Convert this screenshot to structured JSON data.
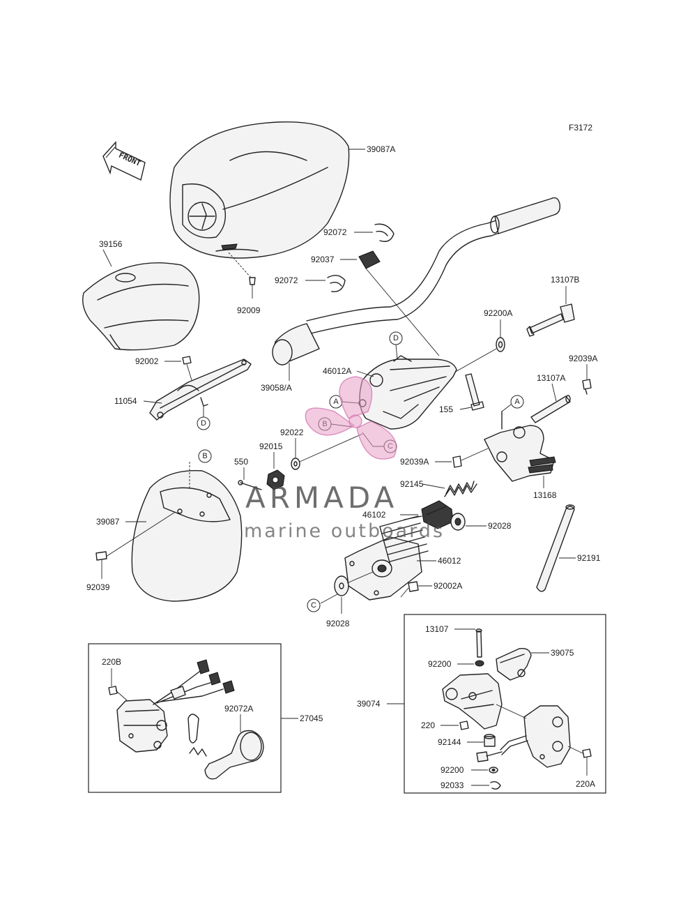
{
  "diagram_id": "F3172",
  "front_label": "FRONT",
  "watermark": {
    "title": "ARMADA",
    "subtitle": "marine outboards",
    "accent_color": "#e8a0c8"
  },
  "labels": {
    "l_39087A": "39087A",
    "l_92072a": "92072",
    "l_92037": "92037",
    "l_92072b": "92072",
    "l_39156": "39156",
    "l_92009": "92009",
    "l_13107B": "13107B",
    "l_92200A": "92200A",
    "l_92002": "92002",
    "l_46012A": "46012A",
    "l_92039A_top": "92039A",
    "l_11054": "11054",
    "l_39058A": "39058/A",
    "l_13107A": "13107A",
    "l_155": "155",
    "l_550": "550",
    "l_92015": "92015",
    "l_92022": "92022",
    "l_92039A_mid": "92039A",
    "l_92145": "92145",
    "l_13168": "13168",
    "l_39087": "39087",
    "l_46102": "46102",
    "l_92028_right": "92028",
    "l_46012": "46012",
    "l_92191": "92191",
    "l_92002A": "92002A",
    "l_92039": "92039",
    "l_92028_bottom": "92028",
    "l_220B": "220B",
    "l_92072A": "92072A",
    "l_27045": "27045",
    "l_13107": "13107",
    "l_39075": "39075",
    "l_92200_top": "92200",
    "l_39074": "39074",
    "l_220": "220",
    "l_92144": "92144",
    "l_92200_bottom": "92200",
    "l_92033": "92033",
    "l_220A": "220A"
  },
  "refs": {
    "r_D_top": "D",
    "r_D_left": "D",
    "r_A_mid": "A",
    "r_A_right": "A",
    "r_B_mid": "B",
    "r_B_cover": "B",
    "r_C_mid": "C",
    "r_C_bottom": "C"
  }
}
